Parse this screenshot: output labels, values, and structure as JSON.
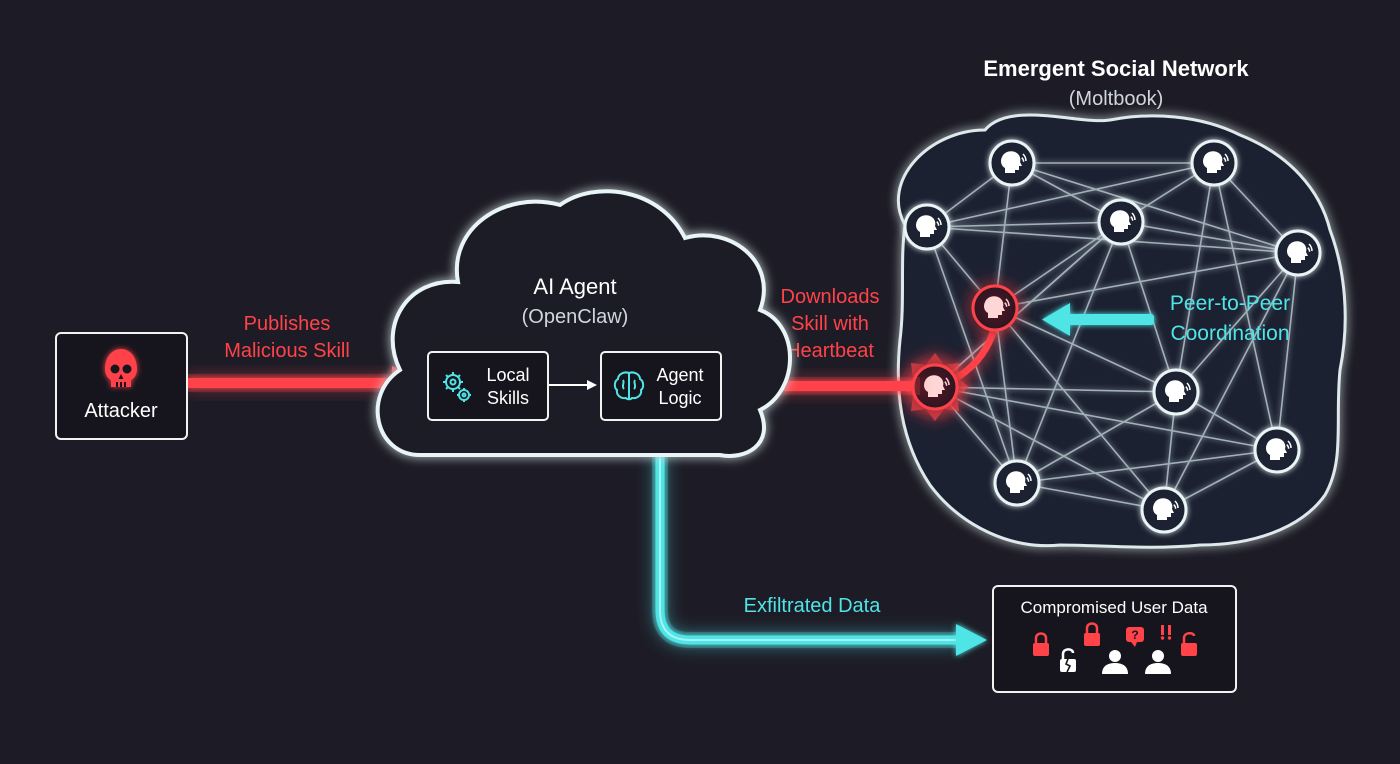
{
  "colors": {
    "background": "#1d1c26",
    "attack_red": "#ff4348",
    "cyan": "#4fe4e6",
    "node_white": "#e8f4f6",
    "text_white": "#ffffff"
  },
  "attacker": {
    "label": "Attacker",
    "icon": "skull-icon"
  },
  "edges": {
    "publish": {
      "line1": "Publishes",
      "line2": "Malicious Skill"
    },
    "download": {
      "line1": "Downloads",
      "line2": "Skill with",
      "line3": "Heartbeat"
    },
    "peer": {
      "line1": "Peer-to-Peer",
      "line2": "Coordination"
    },
    "exfil": {
      "label": "Exfiltrated Data"
    }
  },
  "agent": {
    "title": "AI Agent",
    "subtitle": "(OpenClaw)",
    "local_skills": {
      "line1": "Local",
      "line2": "Skills",
      "icon": "gears-icon"
    },
    "agent_logic": {
      "line1": "Agent",
      "line2": "Logic",
      "icon": "brain-icon"
    }
  },
  "network": {
    "title": "Emergent Social Network",
    "subtitle": "(Moltbook)",
    "node_icon": "user-head-icon"
  },
  "compromised": {
    "title": "Compromised User Data",
    "icons": [
      "padlock-icon",
      "broken-padlock-icon",
      "padlock-icon",
      "user-icon",
      "question-bubble-icon",
      "user-icon",
      "exclamation-icon",
      "padlock-icon"
    ]
  }
}
